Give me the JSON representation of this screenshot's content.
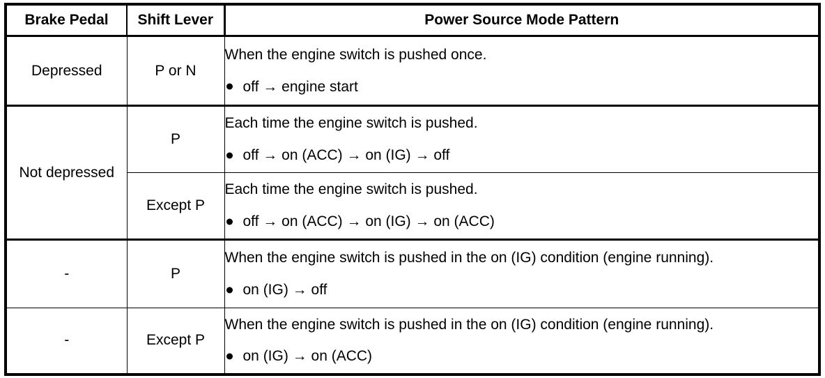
{
  "table": {
    "headers": {
      "brake_pedal": "Brake Pedal",
      "shift_lever": "Shift Lever",
      "power_source": "Power Source Mode Pattern"
    },
    "rows": [
      {
        "brake_pedal": "Depressed",
        "shift_lever": "P or N",
        "description": "When the engine switch is pushed once.",
        "bullet": "off → engine start"
      },
      {
        "brake_pedal": "Not depressed",
        "shift_lever": "P",
        "description": "Each time the engine switch is pushed.",
        "bullet": "off → on (ACC) → on (IG) → off"
      },
      {
        "brake_pedal": "",
        "shift_lever": "Except P",
        "description": "Each time the engine switch is pushed.",
        "bullet": "off → on (ACC) → on (IG) → on (ACC)"
      },
      {
        "brake_pedal": "-",
        "shift_lever": "P",
        "description": "When the engine switch is pushed in the on (IG) condition (engine running).",
        "bullet": "on (IG) → off"
      },
      {
        "brake_pedal": "-",
        "shift_lever": "Except P",
        "description": "When the engine switch is pushed in the on (IG) condition (engine running).",
        "bullet": "on (IG) → on (ACC)"
      }
    ]
  },
  "colors": {
    "border": "#000000",
    "text": "#000000",
    "background": "#ffffff"
  }
}
